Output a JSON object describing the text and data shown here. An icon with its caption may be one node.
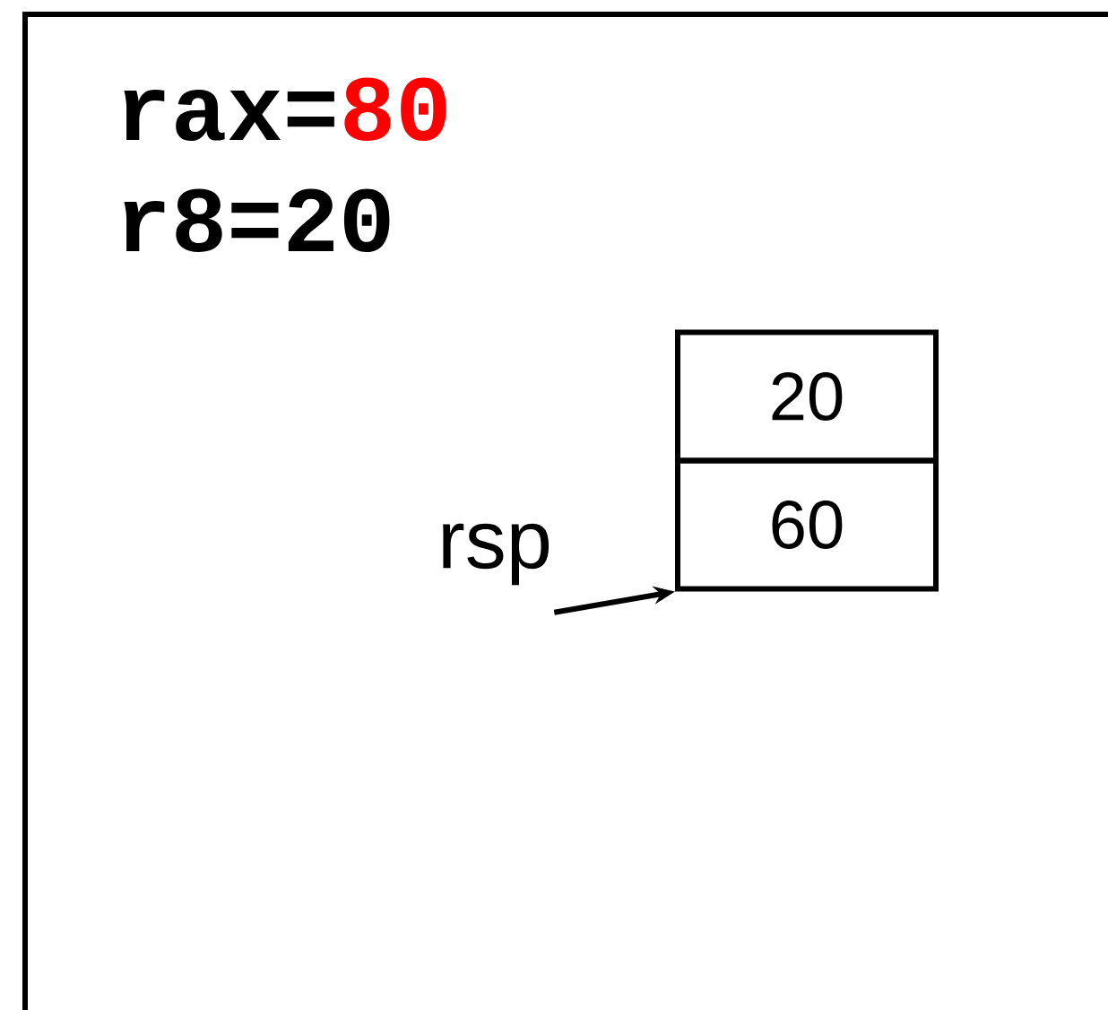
{
  "diagram": {
    "nodes": [
      {
        "text": [
          "20"
        ]
      },
      {
        "text": [
          "60"
        ]
      },
      {
        "text": [
          "rsp"
        ]
      }
    ],
    "edges": [
      {
        "from": 2,
        "to": 1,
        "arrow": "to"
      }
    ],
    "labels": [
      "rax=",
      "80",
      "r8=20"
    ]
  }
}
